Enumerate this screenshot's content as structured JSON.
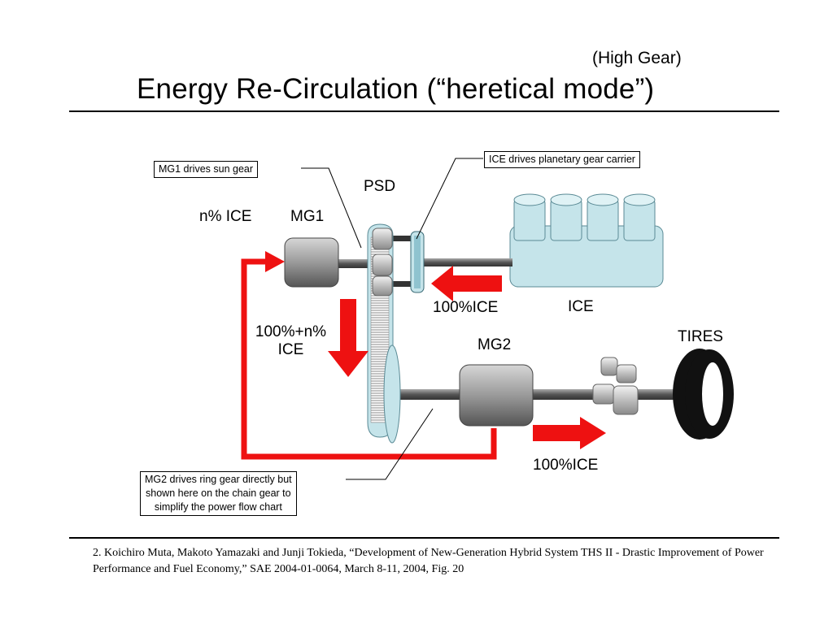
{
  "header": {
    "subtitle": "(High Gear)",
    "title": "Energy Re-Circulation (“heretical mode”)"
  },
  "callouts": {
    "mg1_drives": "MG1 drives sun gear",
    "ice_drives": "ICE drives planetary gear carrier",
    "mg2_drives": [
      "MG2 drives ring gear directly but",
      "shown here on the chain gear to",
      "simplify the power flow chart"
    ]
  },
  "labels": {
    "psd": "PSD",
    "n_ice": "n% ICE",
    "mg1": "MG1",
    "ice_in": "100%ICE",
    "ice": "ICE",
    "sum_line1": "100%+n%",
    "sum_line2": "ICE",
    "mg2": "MG2",
    "tires": "TIRES",
    "ice_out": "100%ICE"
  },
  "colors": {
    "power_flow": "#ee1111",
    "component_gray": "#808080",
    "ice_blue": "#c5e4ea"
  },
  "footnote": "2. Koichiro Muta, Makoto Yamazaki and Junji Tokieda, “Development of New-Generation Hybrid System THS II - Drastic Improvement of Power Performance and Fuel Economy,” SAE 2004-01-0064, March 8-11, 2004, Fig. 20"
}
